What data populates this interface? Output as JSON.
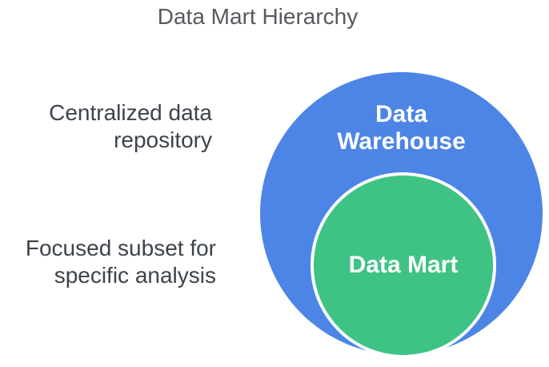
{
  "page": {
    "background_color": "#ffffff"
  },
  "title": "Data Mart Hierarchy",
  "diagram": {
    "type": "nested-circles",
    "outer": {
      "label_line1": "Data",
      "label_line2": "Warehouse",
      "description_line1": "Centralized data",
      "description_line2": "repository",
      "color": "#4c85e6",
      "text_color": "#ffffff"
    },
    "inner": {
      "label": "Data Mart",
      "description_line1": "Focused subset for",
      "description_line2": "specific analysis",
      "color": "#3ec385",
      "ring_color": "#ffffff",
      "text_color": "#ffffff"
    }
  },
  "text_colors": {
    "title": "#56595e",
    "notes": "#3d434b"
  }
}
